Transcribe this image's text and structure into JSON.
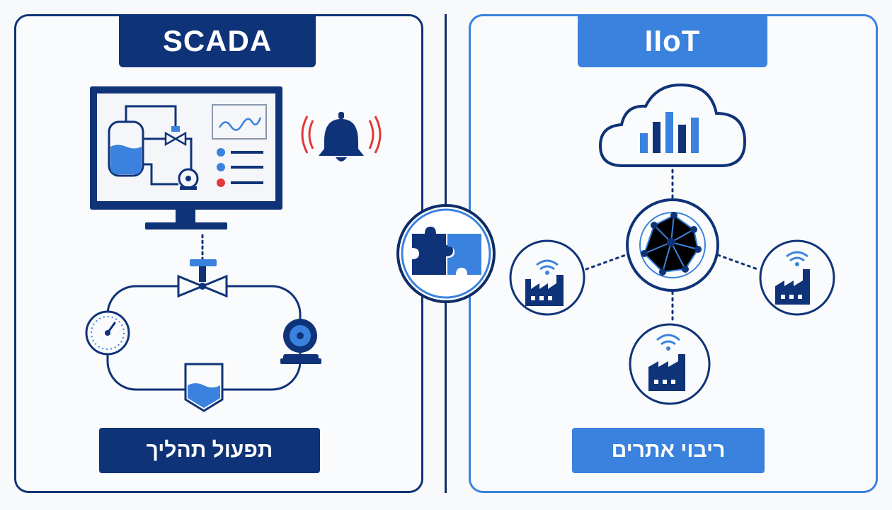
{
  "scada": {
    "title": "SCADA",
    "label": "תפעול תהליך",
    "colors": {
      "primary": "#0f3378",
      "fill": "#3a82de",
      "alarm": "#e2383c"
    }
  },
  "iiot": {
    "title": "IIoT",
    "label": "ריבוי אתרים",
    "colors": {
      "primary": "#0f3378",
      "accent": "#3a82de"
    }
  },
  "connector": {
    "icon": "puzzle-icon"
  }
}
